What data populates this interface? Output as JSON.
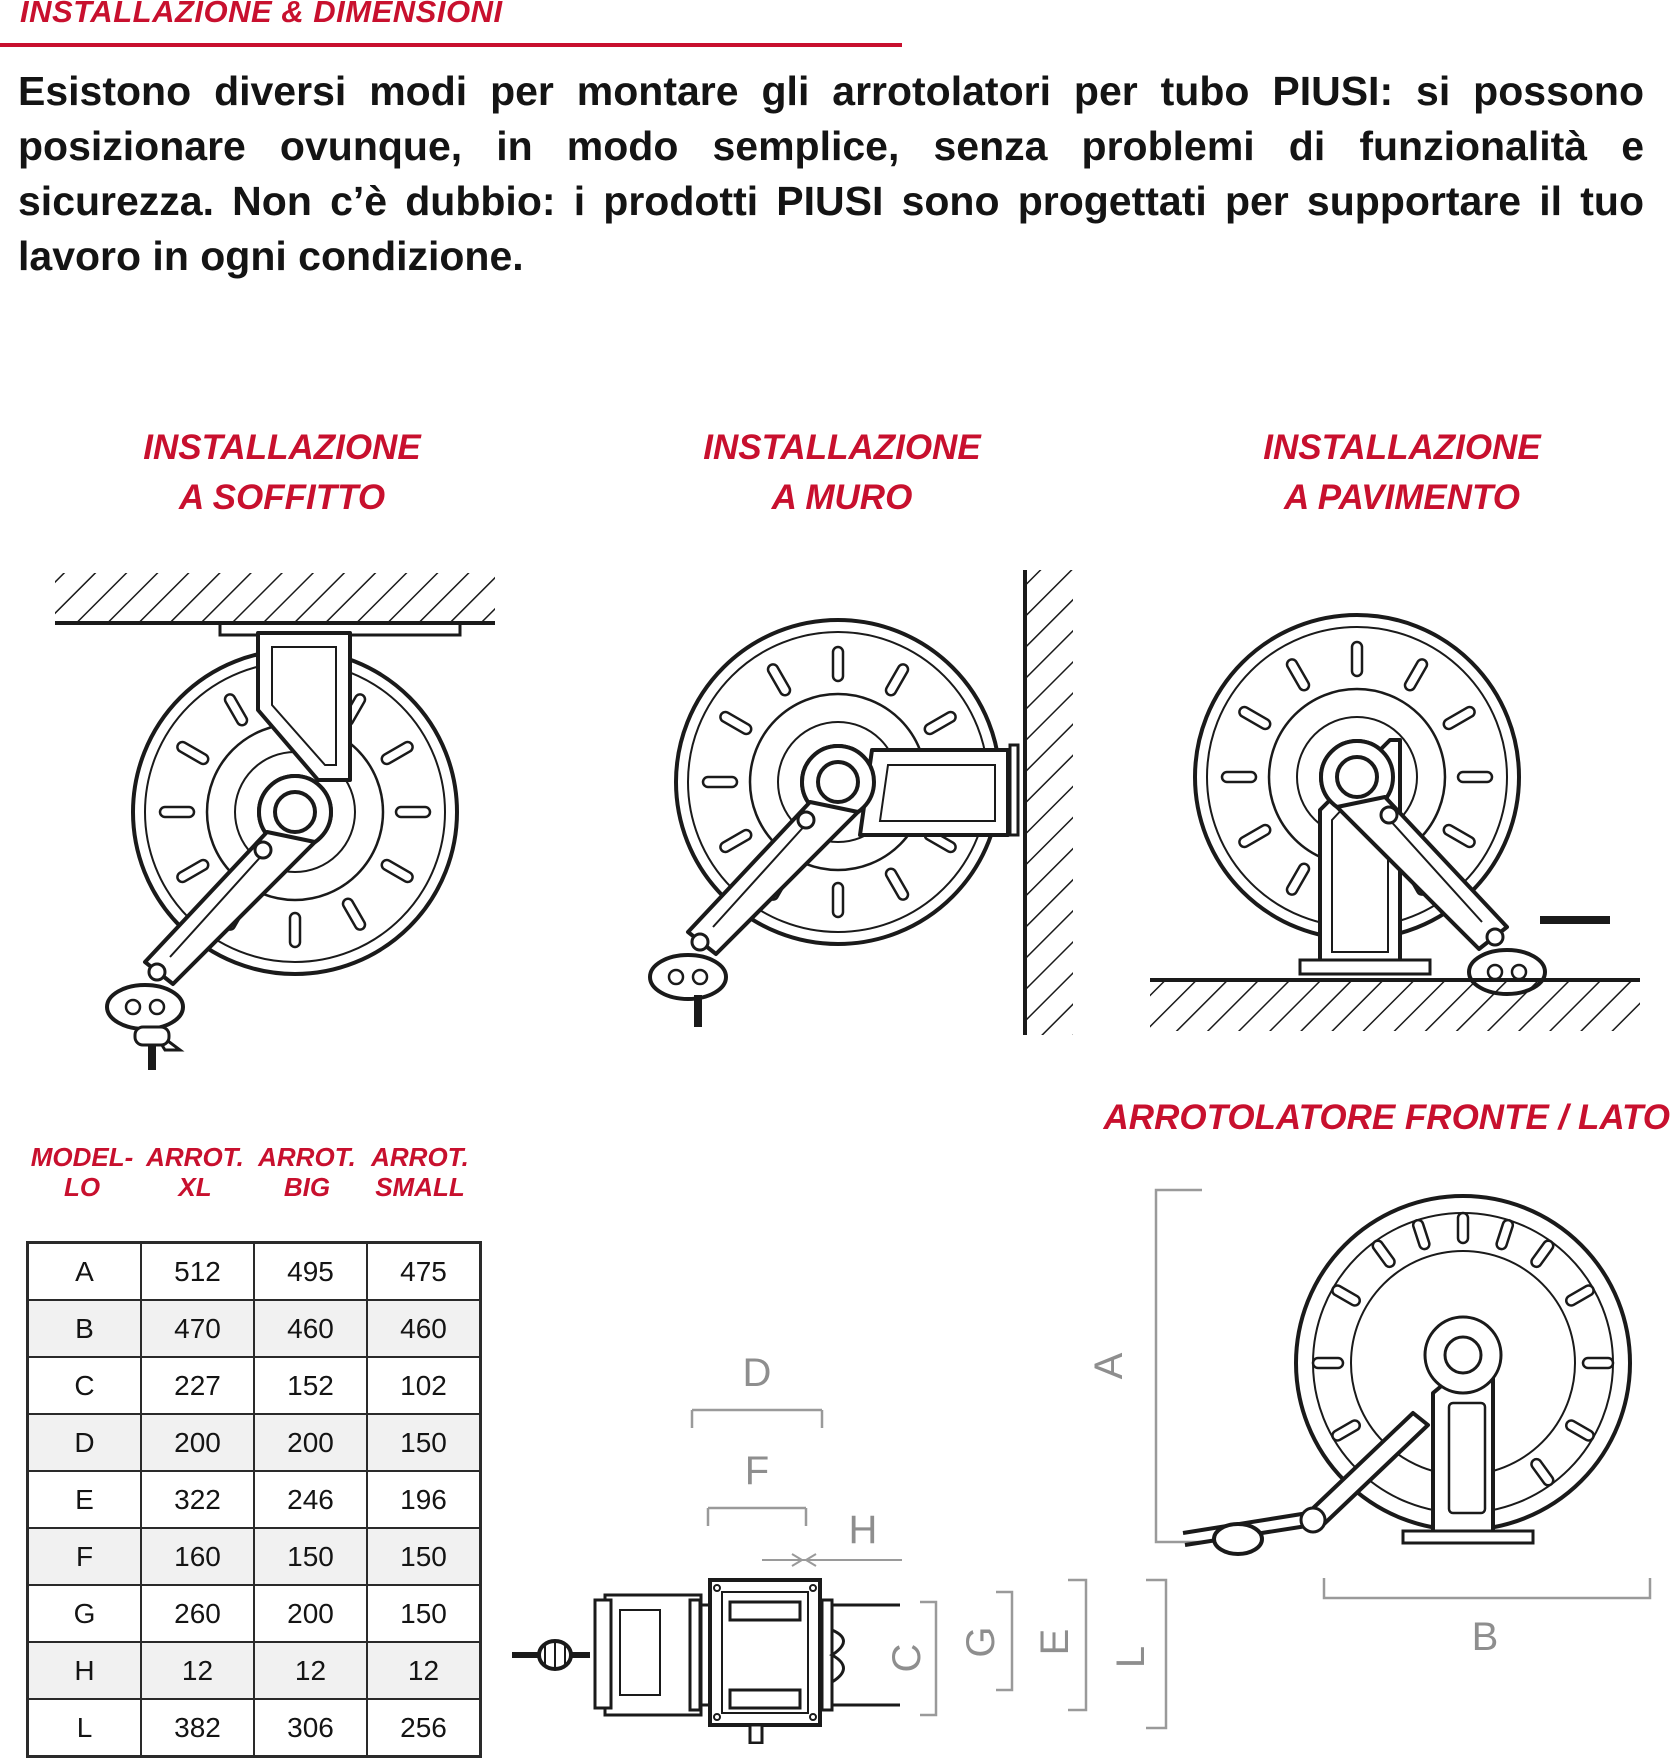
{
  "header": {
    "section_title": "INSTALLAZIONE & DIMENSIONI",
    "intro": "Esistono diversi modi per montare gli arrotolatori per tubo PIUSI: si possono posizionare ovunque, in modo semplice, senza problemi di funzionalità e sicurezza. Non c’è dubbio: i prodotti PIUSI sono progettati per supportare il tuo lavoro in ogni condizione."
  },
  "installations": [
    {
      "line1": "INSTALLAZIONE",
      "line2": "A SOFFITTO"
    },
    {
      "line1": "INSTALLAZIONE",
      "line2": "A MURO"
    },
    {
      "line1": "INSTALLAZIONE",
      "line2": "A PAVIMENTO"
    }
  ],
  "front_side_title": "ARROTOLATORE FRONTE / LATO",
  "table": {
    "headers": [
      {
        "line1": "MODEL-",
        "line2": "LO"
      },
      {
        "line1": "ARROT.",
        "line2": "XL"
      },
      {
        "line1": "ARROT.",
        "line2": "BIG"
      },
      {
        "line1": "ARROT.",
        "line2": "SMALL"
      }
    ],
    "rows": [
      [
        "A",
        "512",
        "495",
        "475"
      ],
      [
        "B",
        "470",
        "460",
        "460"
      ],
      [
        "C",
        "227",
        "152",
        "102"
      ],
      [
        "D",
        "200",
        "200",
        "150"
      ],
      [
        "E",
        "322",
        "246",
        "196"
      ],
      [
        "F",
        "160",
        "150",
        "150"
      ],
      [
        "G",
        "260",
        "200",
        "150"
      ],
      [
        "H",
        "12",
        "12",
        "12"
      ],
      [
        "L",
        "382",
        "306",
        "256"
      ]
    ]
  },
  "dimension_labels": {
    "a": "A",
    "b": "B",
    "c": "C",
    "d": "D",
    "e": "E",
    "f": "F",
    "g": "G",
    "h": "H",
    "l": "L"
  },
  "colors": {
    "accent": "#c8102e",
    "text": "#141414",
    "dimension_gray": "#8e8e8e"
  }
}
